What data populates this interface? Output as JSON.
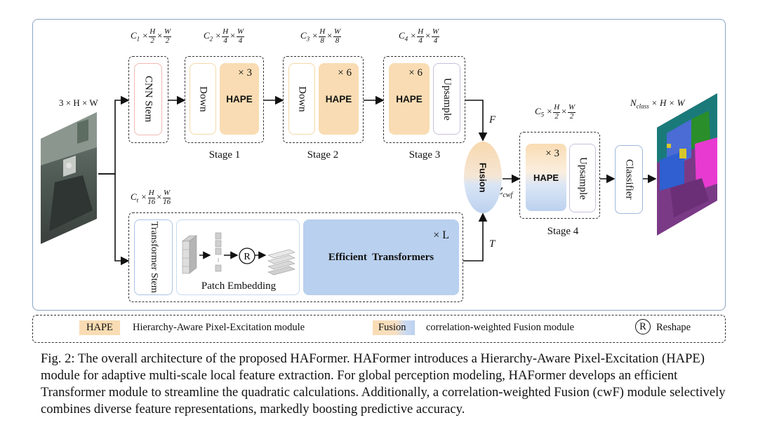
{
  "input": {
    "label": "3 × H × W"
  },
  "output": {
    "label": "N_class × H × W",
    "label_main": "N",
    "label_sub": "class",
    "label_rest": " × H × W"
  },
  "stages": [
    {
      "dim_c": "C",
      "dim_c_sub": "1",
      "dim_num": "H",
      "dim_den": "2",
      "dim_num2": "W",
      "dim_den2": "2"
    },
    {
      "dim_c": "C",
      "dim_c_sub": "2",
      "dim_num": "H",
      "dim_den": "4",
      "dim_num2": "W",
      "dim_den2": "4"
    },
    {
      "dim_c": "C",
      "dim_c_sub": "3",
      "dim_num": "H",
      "dim_den": "8",
      "dim_num2": "W",
      "dim_den2": "8"
    },
    {
      "dim_c": "C",
      "dim_c_sub": "4",
      "dim_num": "H",
      "dim_den": "4",
      "dim_num2": "W",
      "dim_den2": "4"
    },
    {
      "dim_c": "C",
      "dim_c_sub": "5",
      "dim_num": "H",
      "dim_den": "2",
      "dim_num2": "W",
      "dim_den2": "2"
    }
  ],
  "transformer_dim": {
    "dim_c": "C",
    "dim_c_sub": "t",
    "dim_num": "H",
    "dim_den": "16",
    "dim_num2": "W",
    "dim_den2": "16"
  },
  "blocks": {
    "cnn_stem": "CNN Stem",
    "down": "Down",
    "hape": "HAPE",
    "upsample": "Upsample",
    "x3": "× 3",
    "x6": "× 6",
    "xL": "× L",
    "fusion": "Fusion",
    "classifier": "Classifier",
    "transformer_stem": "Transformer Stem",
    "patch_embedding": "Patch Embedding",
    "efficient_transformers": "Efficient  Transformers",
    "reshape_symbol": "R"
  },
  "stage_labels": [
    "Stage 1",
    "Stage 2",
    "Stage 3",
    "Stage 4"
  ],
  "signals": {
    "F": "F",
    "T": "T",
    "Z": "Z",
    "Z_sub": "cwf"
  },
  "legend": {
    "hape_tag": "HAPE",
    "hape_desc": "Hierarchy-Aware Pixel-Excitation module",
    "fusion_tag": "Fusion",
    "fusion_desc": "correlation-weighted Fusion module",
    "reshape_tag": "R",
    "reshape_desc": "Reshape"
  },
  "caption": "Fig. 2: The overall architecture of the proposed HAFormer. HAFormer introduces a Hierarchy-Aware Pixel-Excitation (HAPE) module for adaptive multi-scale local feature extraction. For global perception modeling, HAFormer develops an efficient Transformer module to streamline the quadratic calculations. Additionally, a correlation-weighted Fusion (cwF) module selectively combines diverse feature representations, markedly boosting predictive accuracy.",
  "colors": {
    "hape": "#f9dcb3",
    "transformer": "#b9d0ee",
    "frame": "#8aa4c4"
  }
}
